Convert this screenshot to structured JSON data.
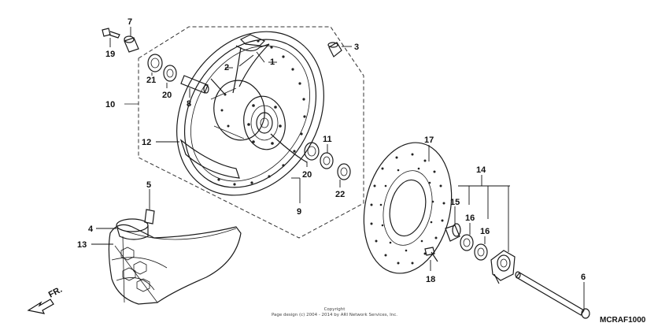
{
  "diagram_code": "MCRAF1000",
  "copyright_line1": "Copyright",
  "copyright_line2": "Page design (c) 2004 - 2014 by ARI Network Services, Inc.",
  "direction_label": "FR.",
  "callouts": {
    "c1": "1",
    "c2": "2",
    "c3": "3",
    "c4": "4",
    "c5": "5",
    "c6": "6",
    "c7": "7",
    "c8": "8",
    "c9": "9",
    "c10": "10",
    "c11": "11",
    "c12": "12",
    "c13": "13",
    "c14": "14",
    "c15": "15",
    "c16a": "16",
    "c16b": "16",
    "c17": "17",
    "c18": "18",
    "c19": "19",
    "c20a": "20",
    "c20b": "20",
    "c21": "21",
    "c22": "22"
  }
}
